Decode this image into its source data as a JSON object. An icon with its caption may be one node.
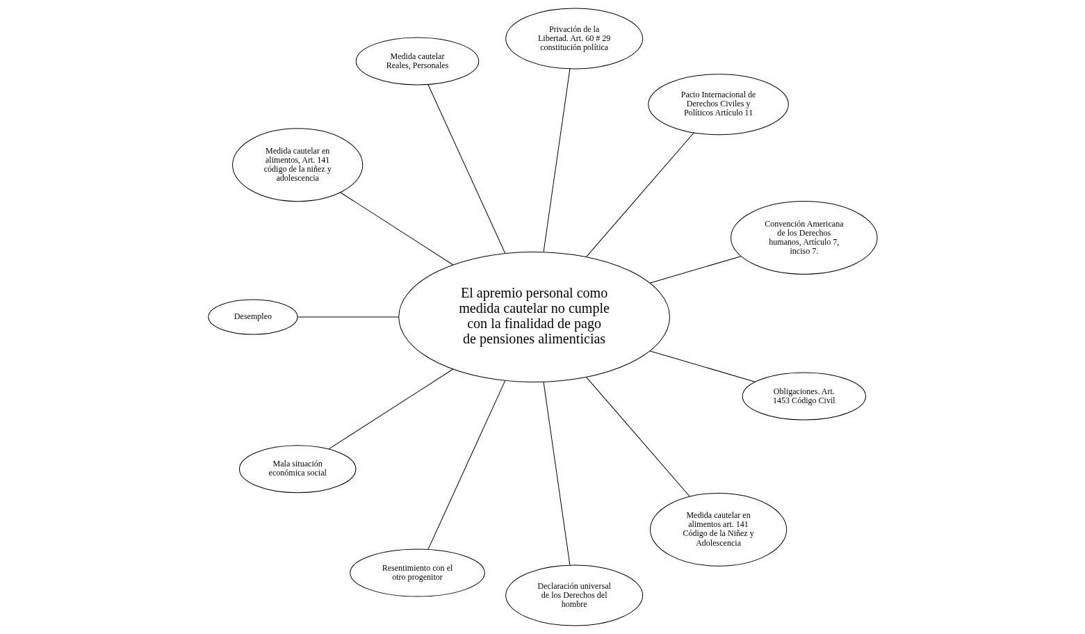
{
  "diagram": {
    "nodes": [
      {
        "text": [
          "El apremio personal como medida cautelar no cumple con la finalidad de pago de pensiones alimenticias"
        ]
      },
      {
        "text": [
          "Desempleo"
        ]
      },
      {
        "text": [
          "Mala situación económica social"
        ]
      },
      {
        "text": [
          "Resentimiento con el otro progenitor"
        ]
      },
      {
        "text": [
          "Declaración universal de los Derechos del hombre"
        ]
      },
      {
        "text": [
          "Convención Americana de los Derechos humanos, Artículo 7, inciso 7."
        ]
      },
      {
        "text": [
          "Pacto Internacional de Derechos Civiles y Políticos Artículo 11"
        ]
      },
      {
        "text": [
          "Privación de la Libertad. Art. 60 # 29 constitución política"
        ]
      },
      {
        "text": [
          "Medida cautelar Reales, Personales"
        ]
      },
      {
        "text": [
          "Medida cautelar en alimentos, Art. 141 código de la niñez y adolescencia"
        ]
      },
      {
        "text": [
          "Medida cautelar en alimentos art. 141 Código de la Niñez y Adolescencia"
        ]
      },
      {
        "text": [
          "Obligaciones. Art. 1453 Código Civil"
        ]
      }
    ],
    "edges": [
      {
        "from": 1,
        "to": 0,
        "arrow": "none"
      },
      {
        "from": 2,
        "to": 0,
        "arrow": "none"
      },
      {
        "from": 3,
        "to": 0,
        "arrow": "none"
      },
      {
        "from": 4,
        "to": 0,
        "arrow": "none"
      },
      {
        "from": 0,
        "to": 5,
        "arrow": "none"
      },
      {
        "from": 0,
        "to": 6,
        "arrow": "none"
      },
      {
        "from": 0,
        "to": 7,
        "arrow": "none"
      },
      {
        "from": 0,
        "to": 8,
        "arrow": "none"
      },
      {
        "from": 0,
        "to": 9,
        "arrow": "none"
      },
      {
        "from": 10,
        "to": 0,
        "arrow": "none"
      },
      {
        "from": 11,
        "to": 0,
        "arrow": "none"
      }
    ]
  }
}
